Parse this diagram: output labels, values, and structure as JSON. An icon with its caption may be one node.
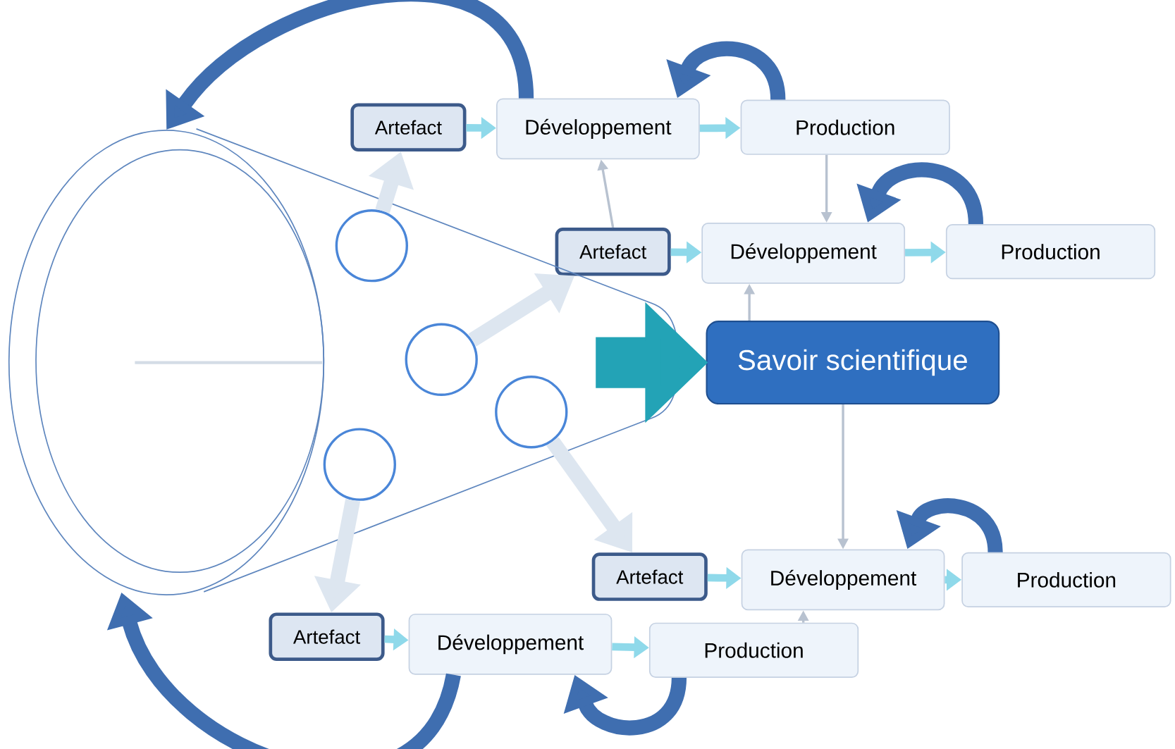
{
  "diagram": {
    "nodes": [
      {
        "text": [
          "Artefact"
        ]
      },
      {
        "text": [
          "Développement"
        ]
      },
      {
        "text": [
          "Production"
        ]
      },
      {
        "text": [
          "Artefact"
        ]
      },
      {
        "text": [
          "Développement"
        ]
      },
      {
        "text": [
          "Production"
        ]
      },
      {
        "text": [
          "Savoir scientifique"
        ]
      },
      {
        "text": [
          "Artefact"
        ]
      },
      {
        "text": [
          "Développement"
        ]
      },
      {
        "text": [
          "Production"
        ]
      },
      {
        "text": [
          "Artefact"
        ]
      },
      {
        "text": [
          "Développement"
        ]
      },
      {
        "text": [
          "Production"
        ]
      },
      {
        "text": [],
        "shape": "circle"
      },
      {
        "text": [],
        "shape": "circle"
      },
      {
        "text": [],
        "shape": "circle"
      },
      {
        "text": [],
        "shape": "circle"
      },
      {
        "text": [],
        "shape": "ellipse"
      }
    ],
    "edges": [
      {
        "from": 13,
        "to": 0,
        "arrow": "to",
        "style": "thick",
        "color": "#dde6f0"
      },
      {
        "from": 14,
        "to": 3,
        "arrow": "to",
        "style": "thick",
        "color": "#dde6f0"
      },
      {
        "from": 15,
        "to": 7,
        "arrow": "to",
        "style": "thick",
        "color": "#dde6f0"
      },
      {
        "from": 16,
        "to": 10,
        "arrow": "to",
        "style": "thick",
        "color": "#dde6f0"
      },
      {
        "from": 0,
        "to": 1,
        "arrow": "to"
      },
      {
        "from": 1,
        "to": 2,
        "arrow": "to"
      },
      {
        "from": 3,
        "to": 4,
        "arrow": "to"
      },
      {
        "from": 4,
        "to": 5,
        "arrow": "to"
      },
      {
        "from": 7,
        "to": 8,
        "arrow": "to"
      },
      {
        "from": 8,
        "to": 9,
        "arrow": "to"
      },
      {
        "from": 10,
        "to": 11,
        "arrow": "to"
      },
      {
        "from": 11,
        "to": 12,
        "arrow": "to"
      },
      {
        "from": 3,
        "to": 1,
        "arrow": "to",
        "color": "#b8c2d0"
      },
      {
        "from": 2,
        "to": 4,
        "arrow": "to",
        "color": "#b8c2d0"
      },
      {
        "from": 6,
        "to": 4,
        "arrow": "to",
        "color": "#b8c2d0"
      },
      {
        "from": 6,
        "to": 8,
        "arrow": "to",
        "color": "#b8c2d0"
      },
      {
        "from": 12,
        "to": 8,
        "arrow": "to",
        "color": "#b8c2d0"
      },
      {
        "from": 2,
        "to": 1,
        "arrow": "to",
        "style": "thick",
        "color": "#3f6eb0"
      },
      {
        "from": 5,
        "to": 4,
        "arrow": "to",
        "style": "thick",
        "color": "#3f6eb0"
      },
      {
        "from": 9,
        "to": 8,
        "arrow": "to",
        "style": "thick",
        "color": "#3f6eb0"
      },
      {
        "from": 12,
        "to": 11,
        "arrow": "to",
        "style": "thick",
        "color": "#3f6eb0"
      },
      {
        "from": 1,
        "to": 17,
        "arrow": "to",
        "style": "thick",
        "color": "#3f6eb0"
      },
      {
        "from": 11,
        "to": 17,
        "arrow": "to",
        "style": "thick",
        "color": "#3f6eb0"
      },
      {
        "from": null,
        "to": 6,
        "arrow": "to",
        "style": "thick",
        "color": "#23a3b6"
      }
    ]
  }
}
